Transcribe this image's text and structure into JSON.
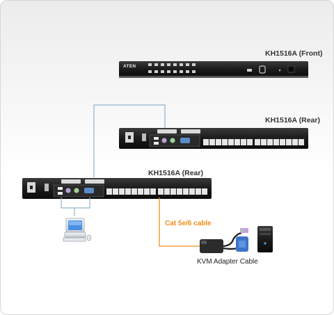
{
  "labels": {
    "front_unit": "KH1516A (Front)",
    "rear_unit_top": "KH1516A (Rear)",
    "rear_unit_main": "KH1516A (Rear)",
    "cable_type": "Cat 5e/6 cable",
    "adapter": "KVM Adapter Cable",
    "brand_logo": "ATEN"
  },
  "colors": {
    "chassis": "#1c1c1c",
    "port_light": "#e6e6e6",
    "link_blue": "#8fb3cf",
    "cat_cable": "#f28c1a"
  }
}
